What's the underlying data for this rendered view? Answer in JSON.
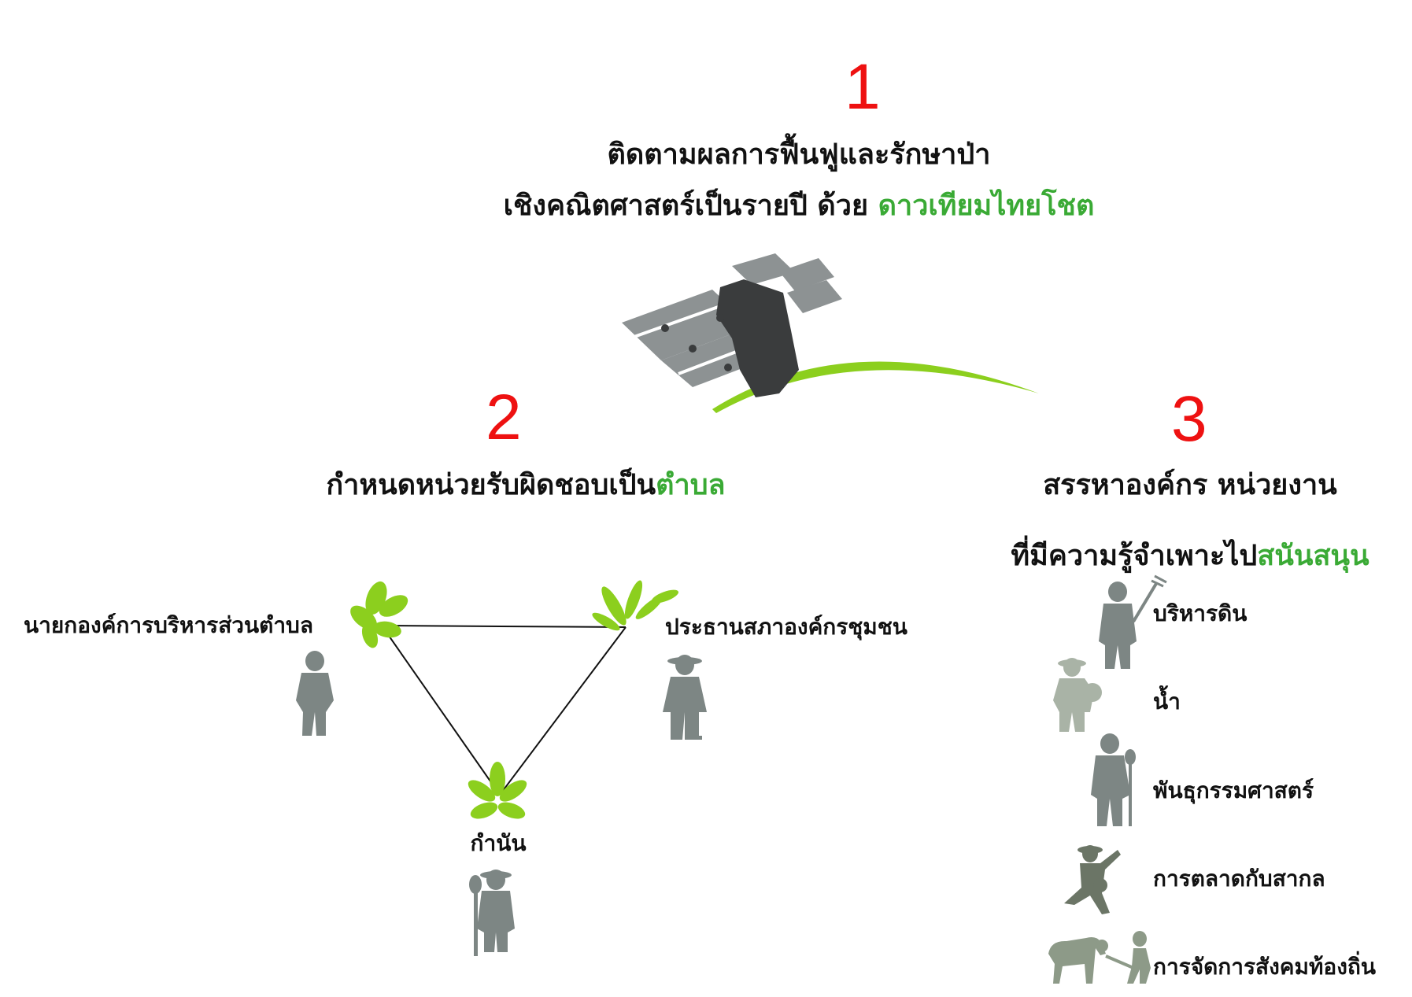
{
  "section1": {
    "number": "1",
    "line1": "ติดตามผลการฟื้นฟูและรักษาป่า",
    "line2_prefix": "เชิงคณิตศาสตร์เป็นรายปี ด้วย ",
    "line2_highlight": "ดาวเทียมไทยโชต"
  },
  "section2": {
    "number": "2",
    "title_prefix": "กำหนดหน่วยรับผิดชอบเป็น",
    "title_highlight": "ตำบล",
    "roles": {
      "left": "นายกองค์การบริหารส่วนตำบล",
      "right": "ประธานสภาองค์กรชุมชน",
      "bottom": "กำนัน"
    }
  },
  "section3": {
    "number": "3",
    "line1": "สรรหาองค์กร หน่วยงาน",
    "line2_prefix": "ที่มีความรู้จำเพาะไป",
    "line2_highlight": "สนันสนุน",
    "experts": [
      "บริหารดิน",
      "น้ำ",
      "พันธุกรรมศาสตร์",
      "การตลาดกับสากล",
      "การจัดการสังคมท้องถิ่น"
    ]
  },
  "colors": {
    "number": "#ee1111",
    "highlight": "#3aaa35",
    "leaf": "#8ccf1e",
    "figure": "#7d8684",
    "satellite": "#3a3c3d"
  }
}
